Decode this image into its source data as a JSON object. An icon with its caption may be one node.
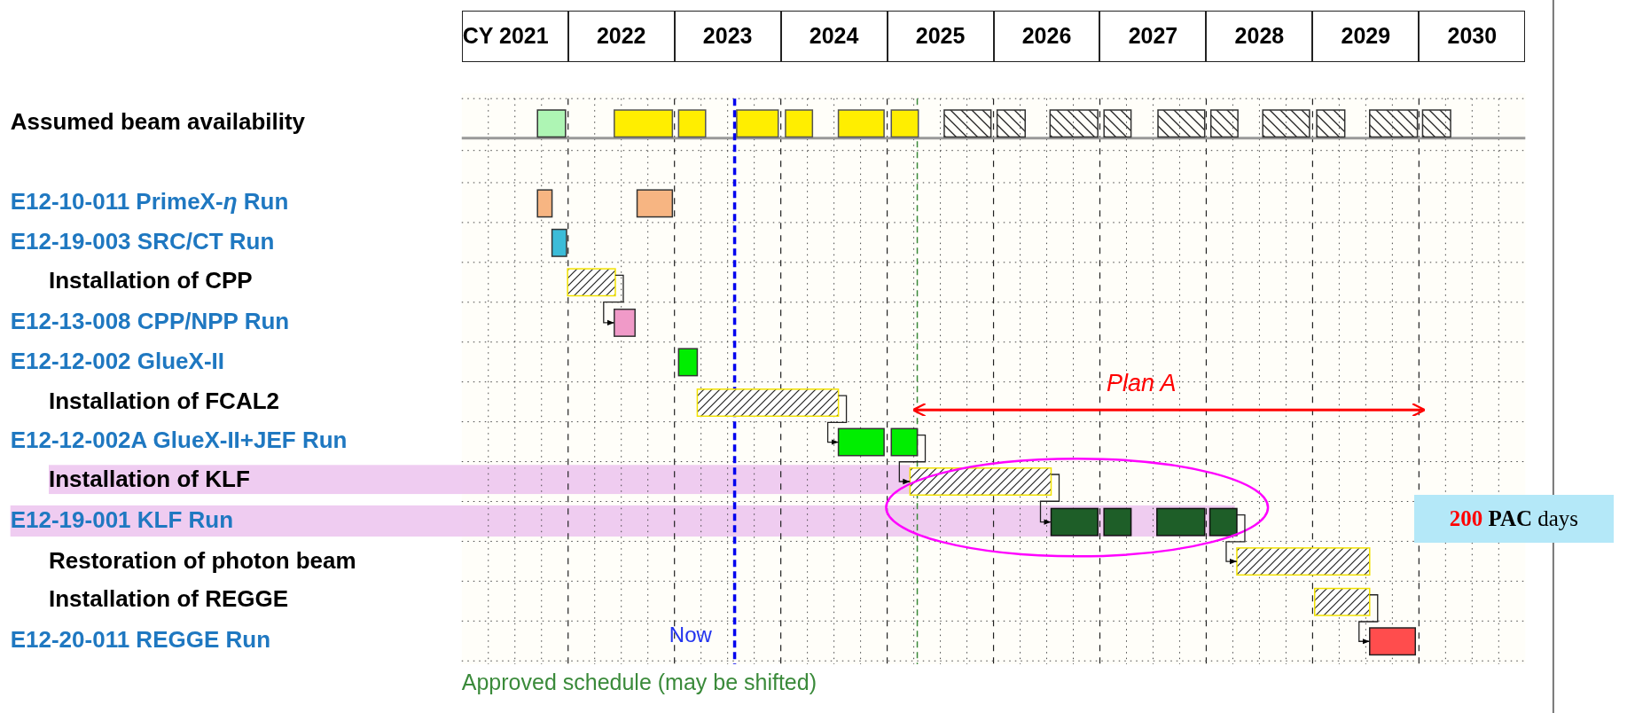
{
  "diagram": {
    "nodes": [
      {
        "text": [],
        "shape": "bar"
      },
      {
        "text": [],
        "shape": "bar"
      },
      {
        "text": [],
        "shape": "bar"
      },
      {
        "text": [],
        "shape": "bar"
      },
      {
        "text": [],
        "shape": "bar"
      },
      {
        "text": [],
        "shape": "bar"
      },
      {
        "text": [],
        "shape": "bar"
      },
      {
        "text": [],
        "shape": "bar"
      },
      {
        "text": [],
        "shape": "bar"
      },
      {
        "text": [],
        "shape": "bar"
      },
      {
        "text": [],
        "shape": "bar"
      },
      {
        "text": [],
        "shape": "bar"
      },
      {
        "text": [],
        "shape": "bar"
      },
      {
        "text": [],
        "shape": "bar"
      },
      {
        "text": [],
        "shape": "bar"
      },
      {
        "text": [],
        "shape": "bar"
      },
      {
        "text": [],
        "shape": "bar"
      },
      {
        "text": [],
        "shape": "bar"
      },
      {
        "text": [],
        "shape": "bar"
      },
      {
        "text": [],
        "shape": "bar"
      },
      {
        "text": [],
        "shape": "bar"
      },
      {
        "text": [],
        "shape": "bar"
      },
      {
        "text": [],
        "shape": "bar"
      },
      {
        "text": [],
        "shape": "bar"
      },
      {
        "text": [],
        "shape": "bar"
      },
      {
        "text": [],
        "shape": "bar"
      },
      {
        "text": [],
        "shape": "bar"
      },
      {
        "text": [],
        "shape": "bar"
      },
      {
        "text": [],
        "shape": "bar"
      },
      {
        "text": [],
        "shape": "bar"
      },
      {
        "text": [],
        "shape": "bar"
      },
      {
        "text": [],
        "shape": "bar"
      },
      {
        "text": [],
        "shape": "bar"
      },
      {
        "text": [],
        "shape": "bar"
      },
      {
        "text": [
          "**200** **PAC** days"
        ]
      }
    ],
    "edges": [
      {
        "from": 20,
        "to": 21,
        "arrow": "to"
      },
      {
        "from": 23,
        "to": 24,
        "arrow": "to"
      },
      {
        "from": 25,
        "to": 26,
        "arrow": "to"
      },
      {
        "from": 26,
        "to": 27,
        "arrow": "to"
      },
      {
        "from": 30,
        "to": 31,
        "arrow": "to"
      },
      {
        "from": 32,
        "to": 33,
        "arrow": "to"
      }
    ],
    "labels": [
      "CY 2021",
      "2022",
      "2023",
      "2024",
      "2025",
      "2026",
      "2027",
      "2028",
      "2029",
      "2030",
      "Assumed beam availability",
      "E12-10-011 PrimeX-*η* Run",
      "E12-19-003 SRC/CT Run",
      "Installation of CPP",
      "E12-13-008 CPP/NPP Run",
      "E12-12-002 GlueX-II",
      "Installation of FCAL2",
      "E12-12-002A GlueX-II+JEF Run",
      "Installation of KLF",
      "E12-19-001 KLF Run",
      "Restoration of photon beam",
      "Installation of REGGE",
      "E12-20-011 REGGE Run",
      "Plan A",
      "Now",
      "Approved schedule (may be shifted)"
    ]
  }
}
